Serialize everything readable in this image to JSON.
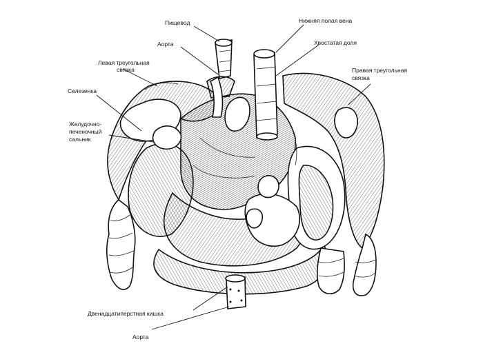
{
  "labels": {
    "esophagus": "Пищевод",
    "aorta_top": "Аорта",
    "left_triangular": "Левая треугольная",
    "left_triangular_2": "связка",
    "spleen": "Селезенка",
    "gastro_1": "Желудочно-",
    "gastro_2": "печеночный",
    "gastro_3": "сальник",
    "ivc": "Нижняя полая вена",
    "caudate": "Хвостатая доля",
    "right_triangular": "Правая треугольная",
    "right_triangular_2": "связка",
    "duodenum": "Двенадцатиперстная кишка",
    "aorta_bottom": "Аорта"
  }
}
